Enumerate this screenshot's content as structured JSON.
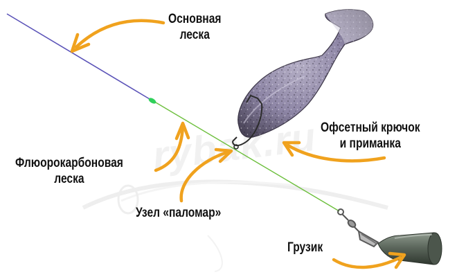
{
  "labels": {
    "main_line": [
      "Основная",
      "леска"
    ],
    "fluoro_line": [
      "Флюорокарбоновая",
      "леска"
    ],
    "offset_hook": [
      "Офсетный крючок",
      "и приманка"
    ],
    "palomar_knot": "Узел «паломар»",
    "sinker": "Грузик"
  },
  "watermark": "rybak.ru",
  "colors": {
    "main_line": "#5b53b8",
    "fluoro_line": "#6cbf3c",
    "bead": "#2fd05a",
    "arrow": "#f0a21e",
    "lure_body": "#8e86a6",
    "lure_dark": "#403a4e",
    "sinker": "#5d685d"
  }
}
